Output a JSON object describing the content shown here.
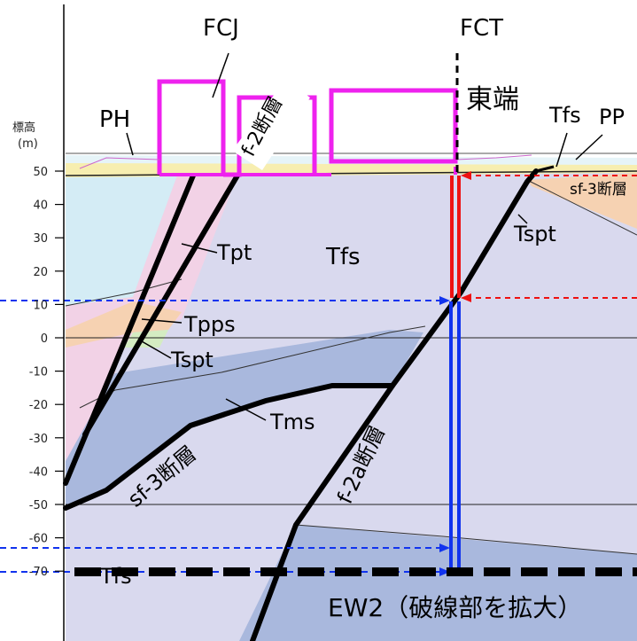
{
  "title_labels": {
    "fcj": "FCJ",
    "fct": "FCT",
    "east_end": "東端",
    "ph": "PH",
    "pp": "PP",
    "f2_fault": "f-2断層"
  },
  "axis": {
    "title_line1": "標高",
    "title_line2": "(m)",
    "ticks": [
      "50",
      "40",
      "30",
      "20",
      "10",
      "0",
      "-10",
      "-20",
      "-30",
      "-40",
      "-50",
      "-60",
      "-70"
    ],
    "values": [
      50,
      40,
      30,
      20,
      10,
      0,
      -10,
      -20,
      -30,
      -40,
      -50,
      -60,
      -70
    ]
  },
  "strata_labels": {
    "tfs_top_right": "Tfs",
    "tpt": "Tpt",
    "tfs_center": "Tfs",
    "sf3_right": "sf-3断層",
    "tspt_right": "Tspt",
    "tpps": "Tpps",
    "tspt_left": "Tspt",
    "tms": "Tms",
    "sf3_left": "sf-3断層",
    "f2a_fault": "f-2a断層",
    "tfs_bottom": "Tfs"
  },
  "footer": {
    "note": "EW2（破線部を拡大）"
  },
  "colors": {
    "tfs": "#d9d9ee",
    "lower_blue": "#a9b8dd",
    "upper_left_blue": "#d4ecf5",
    "pink": "#f2d2e6",
    "peach": "#f6d2b2",
    "green": "#d4ecc2",
    "yellow": "#f7eeb0",
    "magenta": "#ee22ee",
    "red": "#ee1111",
    "blue": "#1133ee"
  }
}
